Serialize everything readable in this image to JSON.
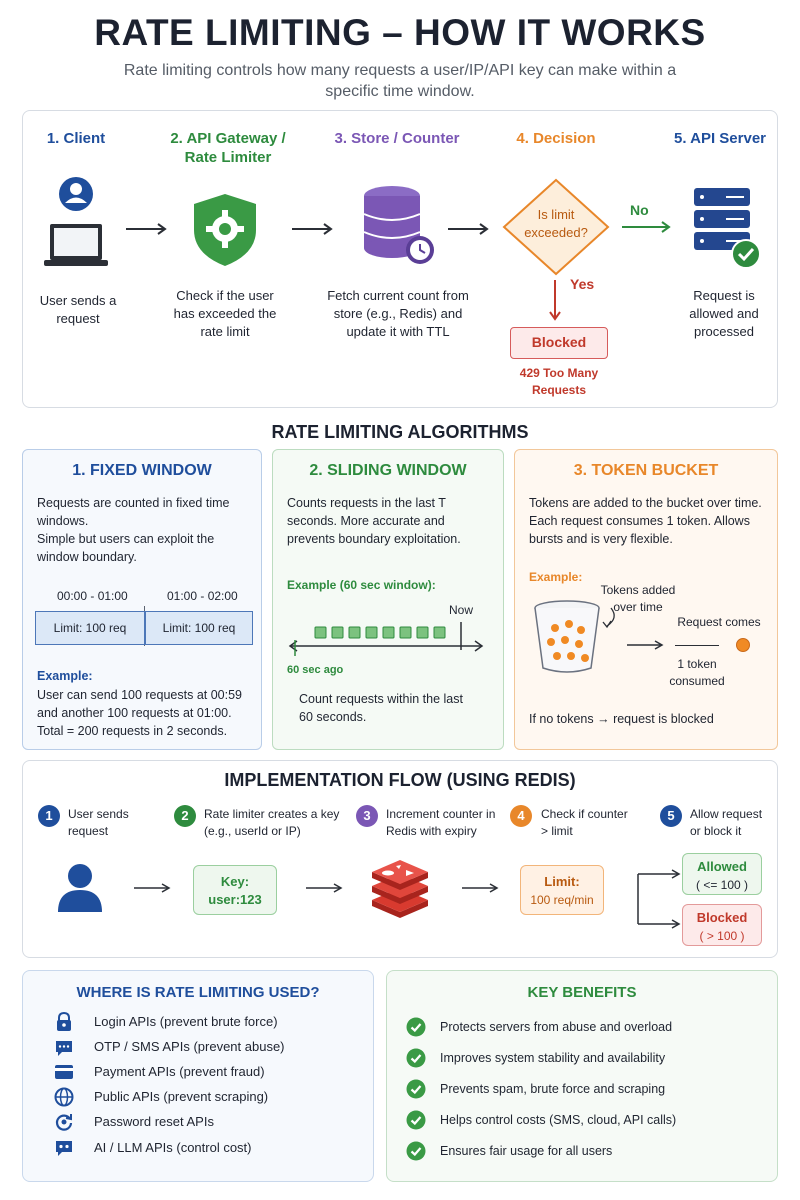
{
  "title": "RATE LIMITING – HOW IT WORKS",
  "subtitle": "Rate limiting controls how many requests a user/IP/API key can make within a specific time window.",
  "flow": {
    "steps": [
      {
        "title": "1. Client",
        "desc": "User sends a request",
        "color": "#1f4e9c"
      },
      {
        "title": "2. API Gateway / Rate Limiter",
        "desc": "Check if the user has exceeded the rate limit",
        "color": "#2e8b3e"
      },
      {
        "title": "3. Store / Counter",
        "desc": "Fetch current count from store (e.g., Redis) and update it with TTL",
        "color": "#7b57b5"
      },
      {
        "title": "4. Decision",
        "desc": "Is limit exceeded?",
        "color": "#e8872a"
      },
      {
        "title": "5. API Server",
        "desc": "Request is allowed and processed",
        "color": "#1f4e9c"
      }
    ],
    "no_label": "No",
    "yes_label": "Yes",
    "blocked_label": "Blocked",
    "blocked_code": "429 Too Many Requests"
  },
  "algorithms": {
    "title": "RATE LIMITING ALGORITHMS",
    "fixed": {
      "title": "1. FIXED WINDOW",
      "desc": "Requests are counted in fixed time windows.\nSimple but users can exploit the window boundary.",
      "window1_time": "00:00 - 01:00",
      "window2_time": "01:00 - 02:00",
      "window1_limit": "Limit: 100 req",
      "window2_limit": "Limit: 100 req",
      "example_label": "Example:",
      "example_text": "User can send 100 requests at 00:59 and another 100 requests at 01:00. Total = 200 requests in 2 seconds."
    },
    "sliding": {
      "title": "2. SLIDING WINDOW",
      "desc": "Counts requests in the last T seconds. More accurate and prevents boundary exploitation.",
      "example_label": "Example (60 sec window):",
      "now_label": "Now",
      "ago_label": "60 sec ago",
      "count_text": "Count requests within the last 60 seconds."
    },
    "token": {
      "title": "3. TOKEN BUCKET",
      "desc": "Tokens are added to the bucket over time. Each request consumes 1 token. Allows bursts and is very flexible.",
      "example_label": "Example:",
      "tokens_added": "Tokens added over time",
      "request_comes": "Request comes",
      "token_consumed": "1 token consumed",
      "blocked_note": "If no tokens → request is blocked"
    }
  },
  "implementation": {
    "title": "IMPLEMENTATION FLOW (USING REDIS)",
    "steps": [
      {
        "num": "1",
        "text": "User sends request",
        "color": "#1f4e9c"
      },
      {
        "num": "2",
        "text": "Rate limiter creates a key (e.g., userId or IP)",
        "color": "#2e8b3e"
      },
      {
        "num": "3",
        "text": "Increment counter in Redis with expiry",
        "color": "#7b57b5"
      },
      {
        "num": "4",
        "text": "Check if counter > limit",
        "color": "#e8872a"
      },
      {
        "num": "5",
        "text": "Allow request or block it",
        "color": "#1f4e9c"
      }
    ],
    "key_label": "Key:",
    "key_value": "user:123",
    "limit_label": "Limit:",
    "limit_value": "100 req/min",
    "allowed_label": "Allowed",
    "allowed_cond": "( <= 100 )",
    "blocked_label": "Blocked",
    "blocked_cond": "( > 100 )"
  },
  "usage": {
    "title": "WHERE IS RATE LIMITING USED?",
    "items": [
      {
        "icon": "lock-icon",
        "text": "Login APIs (prevent brute force)"
      },
      {
        "icon": "chat-icon",
        "text": "OTP / SMS APIs (prevent abuse)"
      },
      {
        "icon": "card-icon",
        "text": "Payment APIs (prevent fraud)"
      },
      {
        "icon": "globe-icon",
        "text": "Public APIs (prevent scraping)"
      },
      {
        "icon": "refresh-icon",
        "text": "Password reset APIs"
      },
      {
        "icon": "bot-icon",
        "text": "AI / LLM APIs (control cost)"
      }
    ]
  },
  "benefits": {
    "title": "KEY BENEFITS",
    "items": [
      "Protects servers from abuse and overload",
      "Improves system stability and availability",
      "Prevents spam, brute force and scraping",
      "Helps control costs (SMS, cloud, API calls)",
      "Ensures fair usage for all users"
    ]
  },
  "colors": {
    "blue": "#1f4e9c",
    "green": "#2e8b3e",
    "purple": "#7b57b5",
    "orange": "#e8872a",
    "red": "#c0392b"
  }
}
